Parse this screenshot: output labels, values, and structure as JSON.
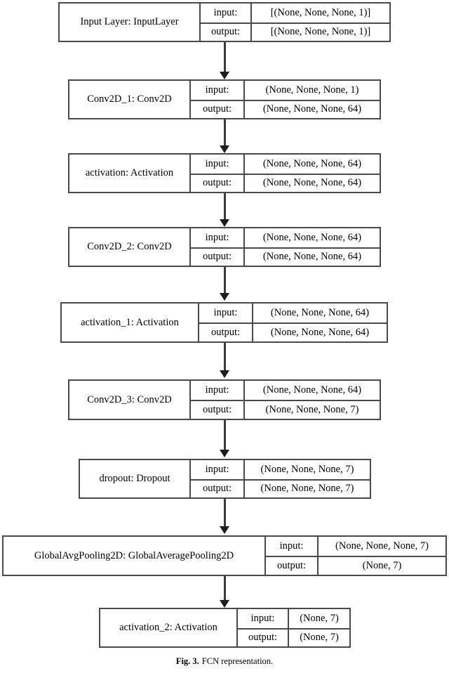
{
  "figure": {
    "label": "Fig. 3.",
    "caption": "FCN representation.",
    "io_labels": {
      "input": "input:",
      "output": "output:"
    }
  },
  "nodes": [
    {
      "id": "input-layer",
      "name": "Input Layer: InputLayer",
      "input": "[(None, None, None, 1)]",
      "output": "[(None, None, None, 1)]"
    },
    {
      "id": "conv2d-1",
      "name": "Conv2D_1: Conv2D",
      "input": "(None, None, None, 1)",
      "output": "(None, None, None, 64)"
    },
    {
      "id": "activation",
      "name": "activation: Activation",
      "input": "(None, None, None, 64)",
      "output": "(None, None, None, 64)"
    },
    {
      "id": "conv2d-2",
      "name": "Conv2D_2: Conv2D",
      "input": "(None, None, None, 64)",
      "output": "(None, None, None, 64)"
    },
    {
      "id": "activation-1",
      "name": "activation_1: Activation",
      "input": "(None, None, None, 64)",
      "output": "(None, None, None, 64)"
    },
    {
      "id": "conv2d-3",
      "name": "Conv2D_3: Conv2D",
      "input": "(None, None, None, 64)",
      "output": "(None, None, None, 7)"
    },
    {
      "id": "dropout",
      "name": "dropout: Dropout",
      "input": "(None, None, None, 7)",
      "output": "(None, None, None, 7)"
    },
    {
      "id": "global-avg-pooling-2d",
      "name": "GlobalAvgPooling2D: GlobalAveragePooling2D",
      "input": "(None, None, None, 7)",
      "output": "(None, 7)"
    },
    {
      "id": "activation-2",
      "name": "activation_2: Activation",
      "input": "(None, 7)",
      "output": "(None, 7)"
    }
  ],
  "colors": {
    "border": "#4a4a4a",
    "arrow": "#3b3b3b",
    "background": "#ffffff",
    "text": "#000000"
  }
}
